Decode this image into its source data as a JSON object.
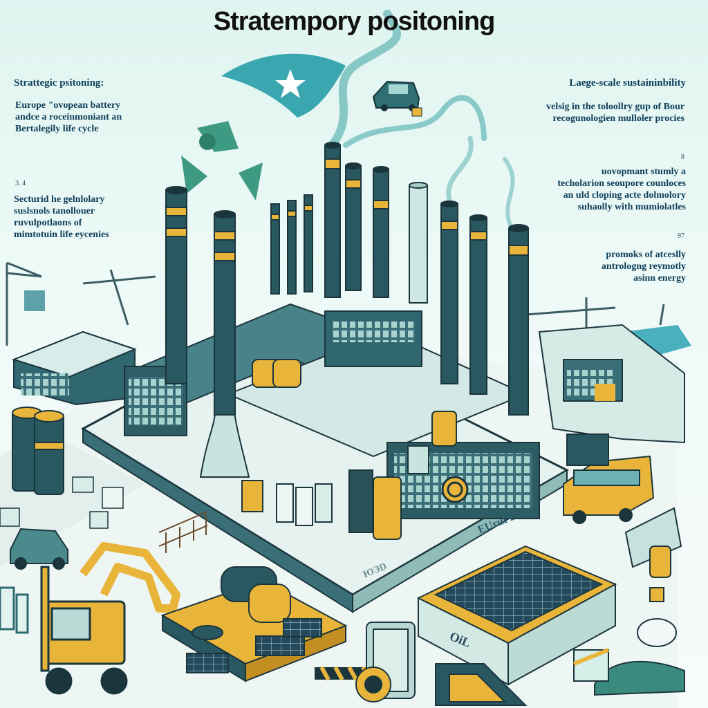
{
  "title": "Stratempory positoning",
  "left": {
    "heading": "Strattegic psitoning:",
    "lines": [
      "Europe  \"ovopean battery",
      "andce a roceinmoniant an",
      "Bertalegily life cycle"
    ],
    "number": "3. 4",
    "lines2": [
      "Secturid he gelnlolary",
      "suslsnols tanollouer",
      "ruvulpotlaons of",
      "mimtotuin life eycenies"
    ]
  },
  "right": {
    "heading": "Laege-scale sustaininbility",
    "lines": [
      "velsig in the toloollry gup of  Bour",
      "recogunologien mulloler procies"
    ],
    "number": "8",
    "lines2": [
      "uovopmant stumly a",
      "techolarion seoupore counloces",
      "an uld cloping acte dolmolory",
      "suhaolly with mumiolatles"
    ],
    "number2": "97",
    "lines3": [
      "promoks of atceslly",
      "antrologng reymotly",
      "asinn energy"
    ]
  },
  "signs": {
    "europe": "EUruPE",
    "lower": "ЮЭD",
    "oil": "OiL"
  },
  "colors": {
    "teal": "#2c6b70",
    "dark": "#1e3d46",
    "yellow": "#e8b53a",
    "light": "#d8efe9",
    "sky": "#dff4f0"
  },
  "icons": [
    "recycle-icon",
    "star-icon",
    "battery-icon",
    "solar-panel-icon",
    "bus-icon",
    "excavator-icon",
    "crane-icon",
    "car-icon"
  ]
}
